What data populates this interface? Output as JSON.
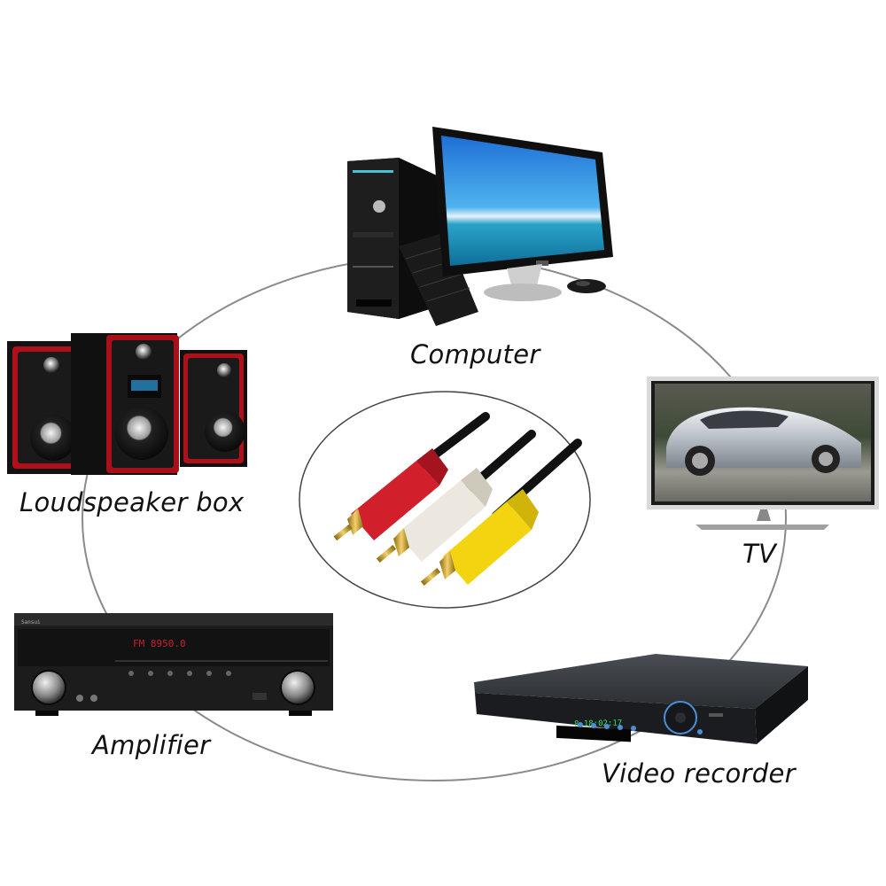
{
  "devices": {
    "computer": {
      "label": "Computer",
      "icon": "desktop-computer-icon"
    },
    "loudspeaker": {
      "label": "Loudspeaker box",
      "icon": "speaker-icon"
    },
    "tv": {
      "label": "TV",
      "icon": "tv-icon"
    },
    "amplifier": {
      "label": "Amplifier",
      "icon": "amplifier-icon",
      "display": "FM  8950.0",
      "brand": "Sansui"
    },
    "video_recorder": {
      "label": "Video recorder",
      "icon": "dvr-icon",
      "display": "8 18:02:17"
    }
  },
  "cable": {
    "icon": "rca-cable-icon",
    "plug_colors": [
      "#d11f2b",
      "#ece8df",
      "#f2d411"
    ]
  },
  "colors": {
    "ring": "#8a8a8a",
    "speaker_red": "#c1121c",
    "lcd_green": "#2ee06a"
  }
}
